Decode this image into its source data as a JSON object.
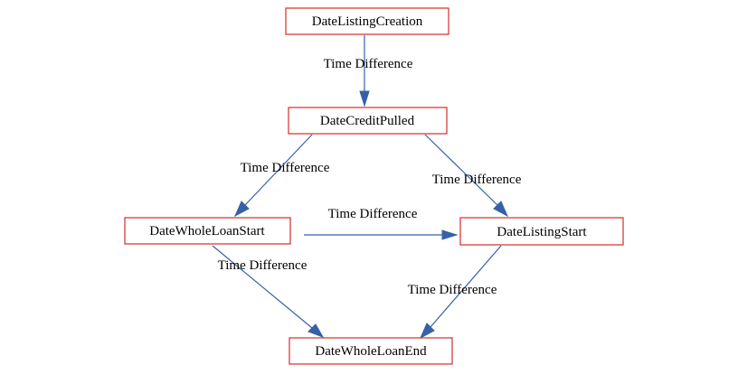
{
  "diagram": {
    "colors": {
      "node_border": "#d62b2b",
      "edge": "#3562a6",
      "text": "#000000",
      "background": "#ffffff"
    },
    "nodes": {
      "date_listing_creation": "DateListingCreation",
      "date_credit_pulled": "DateCreditPulled",
      "date_whole_loan_start": "DateWholeLoanStart",
      "date_listing_start": "DateListingStart",
      "date_whole_loan_end": "DateWholeLoanEnd"
    },
    "edges": {
      "creation_to_credit": {
        "from": "DateListingCreation",
        "to": "DateCreditPulled",
        "label": "Time Difference"
      },
      "credit_to_wholeloanstart": {
        "from": "DateCreditPulled",
        "to": "DateWholeLoanStart",
        "label": "Time Difference"
      },
      "credit_to_listingstart": {
        "from": "DateCreditPulled",
        "to": "DateListingStart",
        "label": "Time Difference"
      },
      "wholeloanstart_to_listingstart": {
        "from": "DateWholeLoanStart",
        "to": "DateListingStart",
        "label": "Time Difference"
      },
      "wholeloanstart_to_wholeloanend": {
        "from": "DateWholeLoanStart",
        "to": "DateWholeLoanEnd",
        "label": "Time Difference"
      },
      "listingstart_to_wholeloanend": {
        "from": "DateListingStart",
        "to": "DateWholeLoanEnd",
        "label": "Time Difference"
      }
    }
  }
}
